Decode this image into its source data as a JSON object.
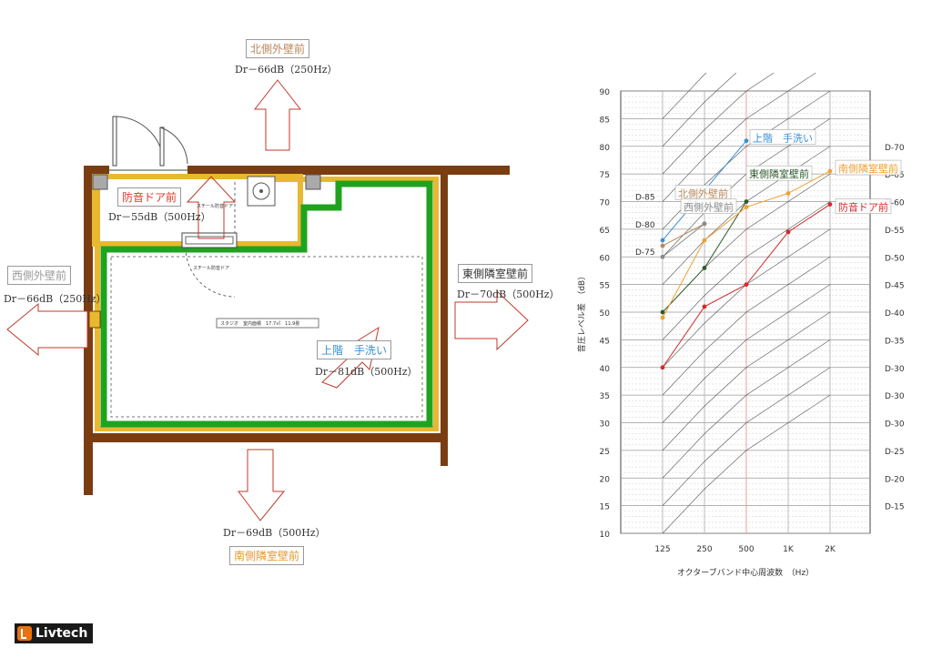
{
  "floorplan": {
    "north": {
      "label": "北側外壁前",
      "dr": "Dr－66dB（250Hz）",
      "color": "#b9865a"
    },
    "west": {
      "label": "西側外壁前",
      "dr": "Dr－66dB（250Hz）",
      "color": "#9a9a9a"
    },
    "east": {
      "label": "東側隣室壁前",
      "dr": "Dr－70dB（500Hz）",
      "color": "#333333"
    },
    "south": {
      "label": "南側隣室壁前",
      "dr": "Dr－69dB（500Hz）",
      "color": "#e39a2a"
    },
    "door": {
      "label": "防音ドア前",
      "dr": "Dr－55dB（500Hz）",
      "color": "#e03a2a"
    },
    "upper": {
      "label": "上階　手洗い",
      "dr": "Dr－81dB（500Hz）",
      "color": "#3a8fd6"
    },
    "small_labels": {
      "steel_door_1": "スチール防音ドア",
      "steel_door_2": "スチール防音ドア",
      "studio": "スタジオ　室内面積　17.7㎡　11.9畳"
    }
  },
  "logo": {
    "text": "Livtech"
  },
  "chart_data": {
    "type": "line",
    "xlabel": "オクターブバンド中心周波数　（Hz）",
    "ylabel": "音圧レベル差　（dB）",
    "categories": [
      "125",
      "250",
      "500",
      "1K",
      "2K"
    ],
    "ylim": [
      10,
      90
    ],
    "yticks": [
      10,
      15,
      20,
      25,
      30,
      35,
      40,
      45,
      50,
      55,
      60,
      65,
      70,
      75,
      80,
      85,
      90
    ],
    "grid": true,
    "d_curves_right": [
      "D-70",
      "D-65",
      "D-60",
      "D-55",
      "D-50",
      "D-45",
      "D-40",
      "D-35",
      "D-30",
      "D-30",
      "D-30",
      "D-25",
      "D-20",
      "D-15"
    ],
    "d_curves_left": [
      "D-85",
      "D-80",
      "D-75"
    ],
    "series": [
      {
        "name": "上階　手洗い",
        "color": "#3a8fd6",
        "values": [
          63,
          72,
          81,
          null,
          null
        ]
      },
      {
        "name": "北側外壁前",
        "color": "#b9865a",
        "values": [
          62,
          66,
          null,
          null,
          null
        ]
      },
      {
        "name": "西側外壁前",
        "color": "#8a8a8a",
        "values": [
          60,
          66,
          null,
          null,
          null
        ]
      },
      {
        "name": "東側隣室壁前",
        "color": "#2d5a2d",
        "values": [
          50,
          58,
          70,
          null,
          null
        ]
      },
      {
        "name": "南側隣室壁前",
        "color": "#f0a030",
        "values": [
          49,
          63,
          69,
          71.5,
          75.5
        ]
      },
      {
        "name": "防音ドア前",
        "color": "#d42a2a",
        "values": [
          40,
          51,
          55,
          64.5,
          69.5
        ]
      }
    ]
  }
}
